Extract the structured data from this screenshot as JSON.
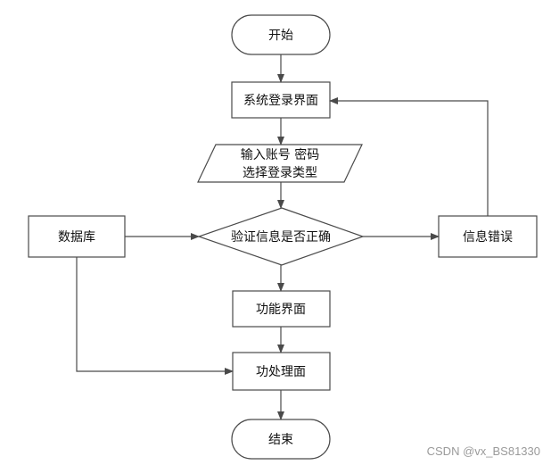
{
  "nodes": {
    "start": "开始",
    "login_screen": "系统登录界面",
    "input_line1": "输入账号 密码",
    "input_line2": "选择登录类型",
    "verify": "验证信息是否正确",
    "database": "数据库",
    "error": "信息错误",
    "function_screen": "功能界面",
    "process_screen": "功处理面",
    "end": "结束"
  },
  "watermark": "CSDN @vx_BS81330",
  "colors": {
    "stroke": "#4a4a4a",
    "fill": "#ffffff",
    "text": "#111111",
    "watermark": "#9a9a9a"
  }
}
